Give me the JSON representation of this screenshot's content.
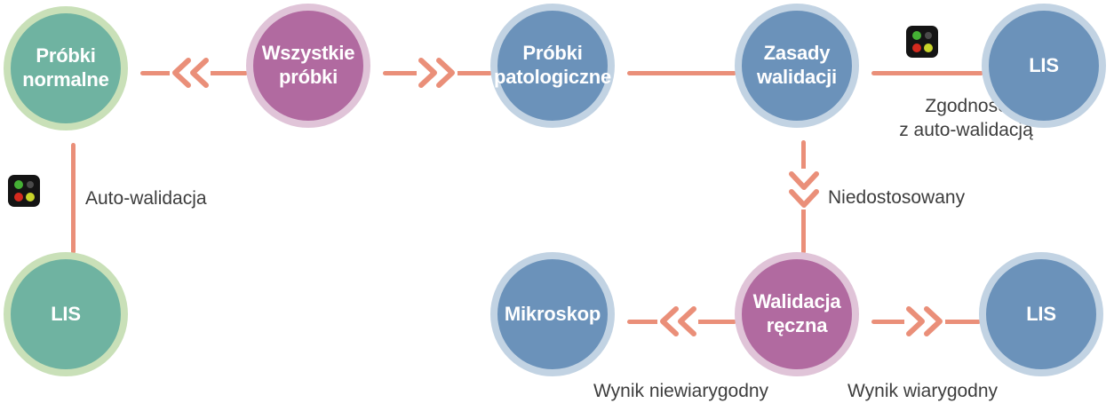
{
  "diagram": {
    "nodes": {
      "probki_normalne": {
        "line1": "Próbki",
        "line2": "normalne",
        "color": "green"
      },
      "wszystkie_probki": {
        "line1": "Wszystkie",
        "line2": "próbki",
        "color": "purple"
      },
      "probki_patologiczne": {
        "line1": "Próbki",
        "line2": "patologiczne",
        "color": "blue"
      },
      "zasady_walidacji": {
        "line1": "Zasady",
        "line2": "walidacji",
        "color": "blue"
      },
      "lis_top_right": {
        "line1": "LIS",
        "color": "blue"
      },
      "lis_bottom_left": {
        "line1": "LIS",
        "color": "green"
      },
      "mikroskop": {
        "line1": "Mikroskop",
        "color": "blue"
      },
      "walidacja_reczna": {
        "line1": "Walidacja",
        "line2": "ręczna",
        "color": "purple"
      },
      "lis_bottom_right": {
        "line1": "LIS",
        "color": "blue"
      }
    },
    "edge_labels": {
      "auto_walidacja": "Auto-walidacja",
      "zgodnosc_line1": "Zgodność",
      "zgodnosc_line2": "z auto-walidacją",
      "niedostosowany": "Niedostosowany",
      "wynik_niewiarygodny": "Wynik niewiarygodny",
      "wynik_wiarygodny": "Wynik wiarygodny"
    },
    "icons": {
      "auto_validation_left": "validation-software-icon",
      "auto_validation_right": "validation-software-icon"
    },
    "colors": {
      "green_fill": "#6fb3a1",
      "green_ring": "#c9e0b8",
      "purple_fill": "#b16aa0",
      "purple_ring": "#e0c4d8",
      "blue_fill": "#6b92ba",
      "blue_ring": "#c2d3e3",
      "connector": "#ea8f79",
      "label_text": "#3d3d3d"
    }
  }
}
